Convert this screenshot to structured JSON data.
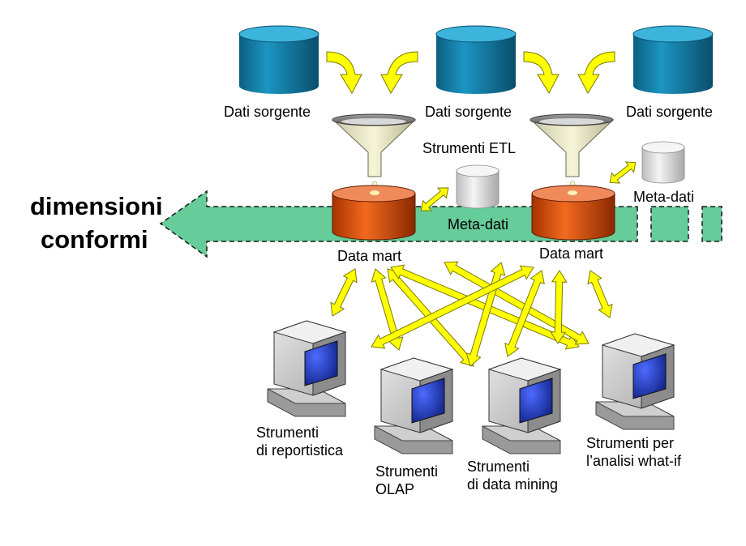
{
  "labels": {
    "source_1": "Dati sorgente",
    "source_2": "Dati sorgente",
    "source_3": "Dati sorgente",
    "etl_tools": "Strumenti ETL",
    "metadata_center": "Meta-dati",
    "metadata_right": "Meta-dati",
    "datamart_left": "Data mart",
    "datamart_right": "Data mart",
    "conformed_line1": "dimensioni",
    "conformed_line2": "conformi",
    "reporting_line1": "Strumenti",
    "reporting_line2": "di reportistica",
    "olap_line1": "Strumenti",
    "olap_line2": "OLAP",
    "mining_line1": "Strumenti",
    "mining_line2": "di data mining",
    "whatif_line1": "Strumenti per",
    "whatif_line2": "l’analisi what-if"
  },
  "colors": {
    "source_db": "#1a87b0",
    "datamart": "#e05a1a",
    "metadata_db": "#e6e6e6",
    "arrow_yellow": "#ffff00",
    "band_green": "#66cc99",
    "screen_blue": "#1f3fbf"
  }
}
